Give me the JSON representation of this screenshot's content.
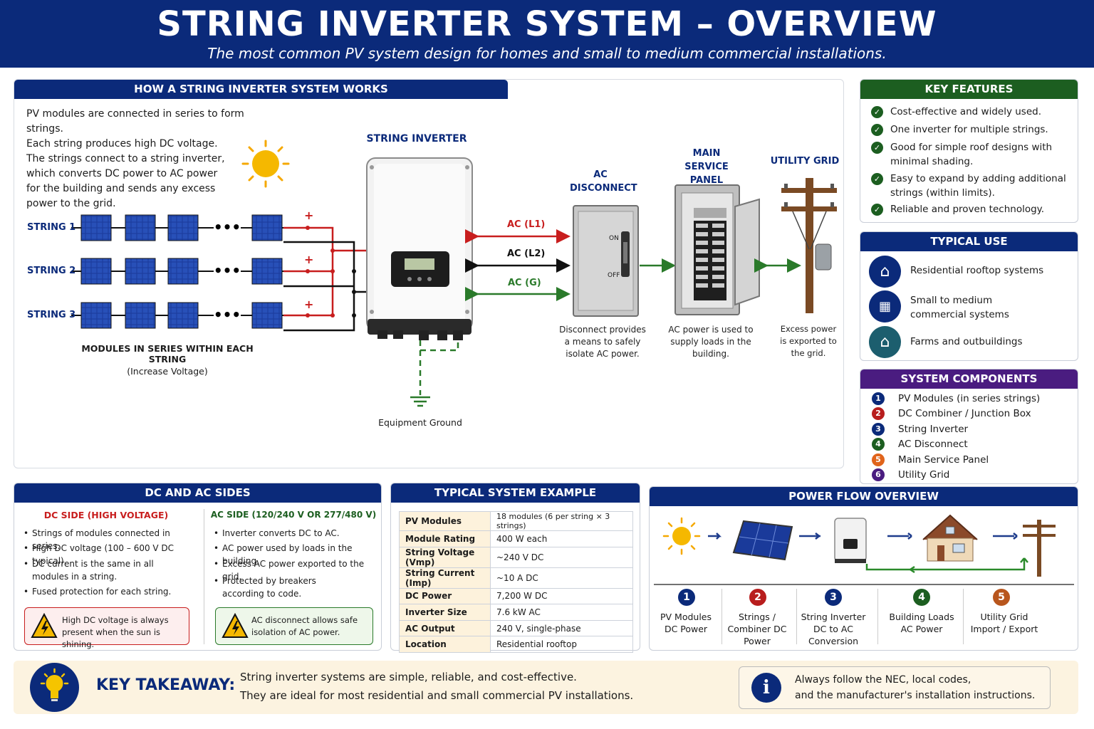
{
  "header": {
    "title": "STRING INVERTER SYSTEM – OVERVIEW",
    "subtitle": "The most common PV system design for homes and small to medium commercial installations."
  },
  "how": {
    "title": "HOW A STRING INVERTER SYSTEM WORKS",
    "intro": [
      "PV modules are connected in series to form strings.",
      "Each string produces high DC voltage.",
      "The strings connect to a string inverter,",
      "which converts DC power to AC power",
      "for the building and sends any excess",
      "power to the grid."
    ],
    "strings": [
      "STRING 1",
      "STRING 2",
      "STRING 3"
    ],
    "plus": "+",
    "modules_caption": "MODULES IN SERIES WITHIN EACH STRING",
    "modules_sub": "(Increase Voltage)",
    "inverter_label": "STRING INVERTER",
    "ac_lines": [
      "AC (L1)",
      "AC (L2)",
      "AC (G)"
    ],
    "disconnect_label": "AC DISCONNECT",
    "on": "ON",
    "off": "OFF",
    "panel_label": "MAIN SERVICE PANEL",
    "grid_label": "UTILITY GRID",
    "ground_label": "Equipment Ground",
    "disconnect_caption": "Disconnect provides a means to safely isolate AC power.",
    "panel_caption": "AC power is used to supply loads in the building.",
    "grid_caption": "Excess power is exported to the grid."
  },
  "features": {
    "title": "KEY FEATURES",
    "items": [
      "Cost-effective and widely used.",
      "One inverter for multiple strings.",
      "Good for simple roof designs with minimal shading.",
      "Easy to expand by adding additional strings (within limits).",
      "Reliable and proven technology."
    ]
  },
  "use": {
    "title": "TYPICAL USE",
    "items": [
      "Residential rooftop systems",
      "Small to medium commercial systems",
      "Farms and outbuildings"
    ]
  },
  "components": {
    "title": "SYSTEM COMPONENTS",
    "items": [
      {
        "n": "1",
        "label": "PV Modules (in series strings)",
        "color": "#0b2a7a"
      },
      {
        "n": "2",
        "label": "DC Combiner / Junction Box",
        "color": "#b81d1d"
      },
      {
        "n": "3",
        "label": "String Inverter",
        "color": "#0b2a7a"
      },
      {
        "n": "4",
        "label": "AC Disconnect",
        "color": "#1c5e20"
      },
      {
        "n": "5",
        "label": "Main Service Panel",
        "color": "#e0641b"
      },
      {
        "n": "6",
        "label": "Utility Grid",
        "color": "#4a1c80"
      }
    ]
  },
  "sides": {
    "title": "DC AND AC SIDES",
    "dc_title": "DC SIDE (HIGH VOLTAGE)",
    "dc_items": [
      "Strings of modules connected in series.",
      "High DC voltage (100 – 600 V DC typical).",
      "DC current is the same in all modules in a string.",
      "Fused protection for each string."
    ],
    "dc_warn": "High DC voltage is always present when the sun is shining.",
    "ac_title": "AC SIDE (120/240 V OR 277/480 V)",
    "ac_items": [
      "Inverter converts DC to AC.",
      "AC power used by loads in the building.",
      "Excess AC power exported to the grid.",
      "Protected by breakers according to code."
    ],
    "ac_warn": "AC disconnect allows safe isolation of AC power."
  },
  "example": {
    "title": "TYPICAL SYSTEM EXAMPLE",
    "rows": [
      [
        "PV Modules",
        "18 modules (6 per string × 3 strings)"
      ],
      [
        "Module Rating",
        "400 W each"
      ],
      [
        "String Voltage (Vmp)",
        "~240 V DC"
      ],
      [
        "String Current (Imp)",
        "~10 A DC"
      ],
      [
        "DC Power",
        "7,200 W DC"
      ],
      [
        "Inverter Size",
        "7.6 kW AC"
      ],
      [
        "AC Output",
        "240 V, single-phase"
      ],
      [
        "Location",
        "Residential rooftop"
      ]
    ]
  },
  "flow": {
    "title": "POWER FLOW OVERVIEW",
    "steps": [
      {
        "n": "1",
        "color": "#0b2a7a",
        "label": "PV Modules DC Power"
      },
      {
        "n": "2",
        "color": "#b81d1d",
        "label": "Strings / Combiner DC Power"
      },
      {
        "n": "3",
        "color": "#0b2a7a",
        "label": "String Inverter DC to AC Conversion"
      },
      {
        "n": "4",
        "color": "#1c5e20",
        "label": "Building Loads AC Power"
      },
      {
        "n": "5",
        "color": "#b8561d",
        "label": "Utility Grid Import / Export"
      }
    ]
  },
  "takeaway": {
    "title": "KEY TAKEAWAY:",
    "line1": "String inverter systems are simple, reliable, and cost-effective.",
    "line2": "They are ideal for most residential and small commercial PV installations.",
    "note1": "Always follow the NEC, local codes,",
    "note2": "and the manufacturer's installation instructions."
  }
}
